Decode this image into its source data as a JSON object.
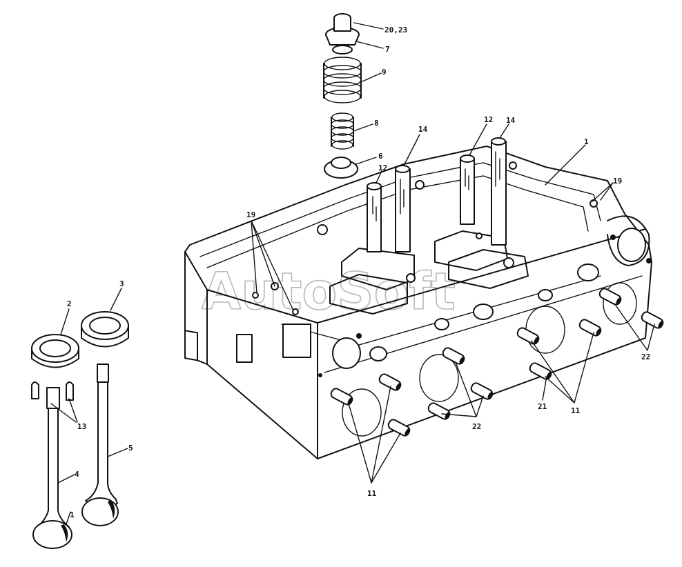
{
  "watermark": "AutoSoft",
  "callouts": [
    {
      "id": "20,23"
    },
    {
      "id": "7"
    },
    {
      "id": "9"
    },
    {
      "id": "8"
    },
    {
      "id": "6"
    },
    {
      "id": "12"
    },
    {
      "id": "14"
    },
    {
      "id": "12"
    },
    {
      "id": "14"
    },
    {
      "id": "1"
    },
    {
      "id": "19"
    },
    {
      "id": "19"
    },
    {
      "id": "3"
    },
    {
      "id": "2"
    },
    {
      "id": "13"
    },
    {
      "id": "5"
    },
    {
      "id": "4"
    },
    {
      "id": "1"
    },
    {
      "id": "22"
    },
    {
      "id": "11"
    },
    {
      "id": "21"
    },
    {
      "id": "22"
    },
    {
      "id": "11"
    }
  ]
}
